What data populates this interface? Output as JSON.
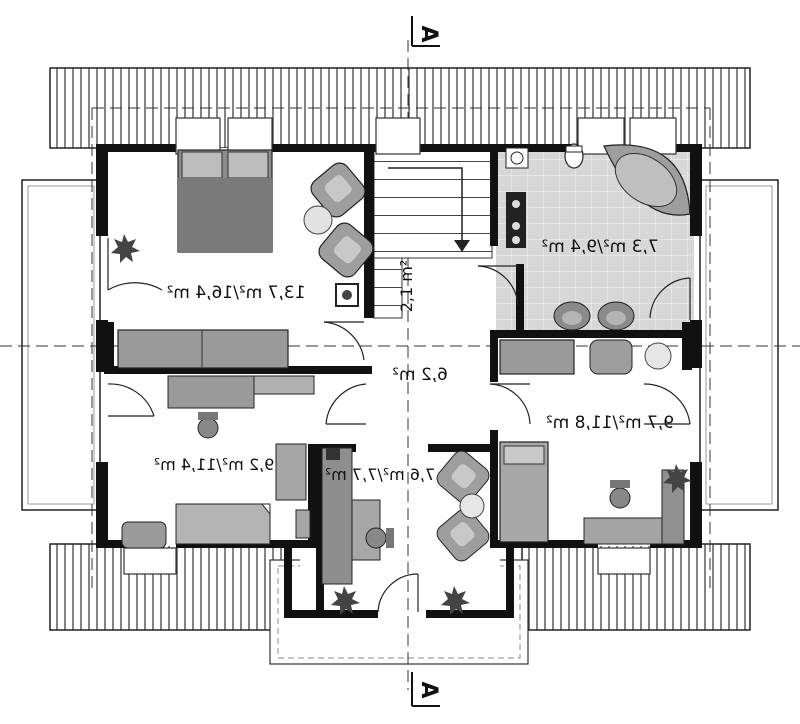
{
  "section_marker": {
    "top": "A",
    "bottom": "A"
  },
  "rooms": {
    "bedroom_main": "13,7 m²/16,4 m²",
    "hall": "6,2 m²",
    "bath": "7,3 m²/9,4 m²",
    "bedroom_right": "9,7 m²/11,8 m²",
    "bedroom_left": "9,2 m²/11,4 m²",
    "bedroom_center": "7,6 m²/7,7 m²",
    "stair_area": "2,1 m²"
  },
  "colors": {
    "wall": "#111111",
    "roof_hatch": "#333333",
    "furniture_dark": "#8c8c8c",
    "furniture_mid": "#b9b9b9",
    "tile": "#d7d7d7"
  }
}
